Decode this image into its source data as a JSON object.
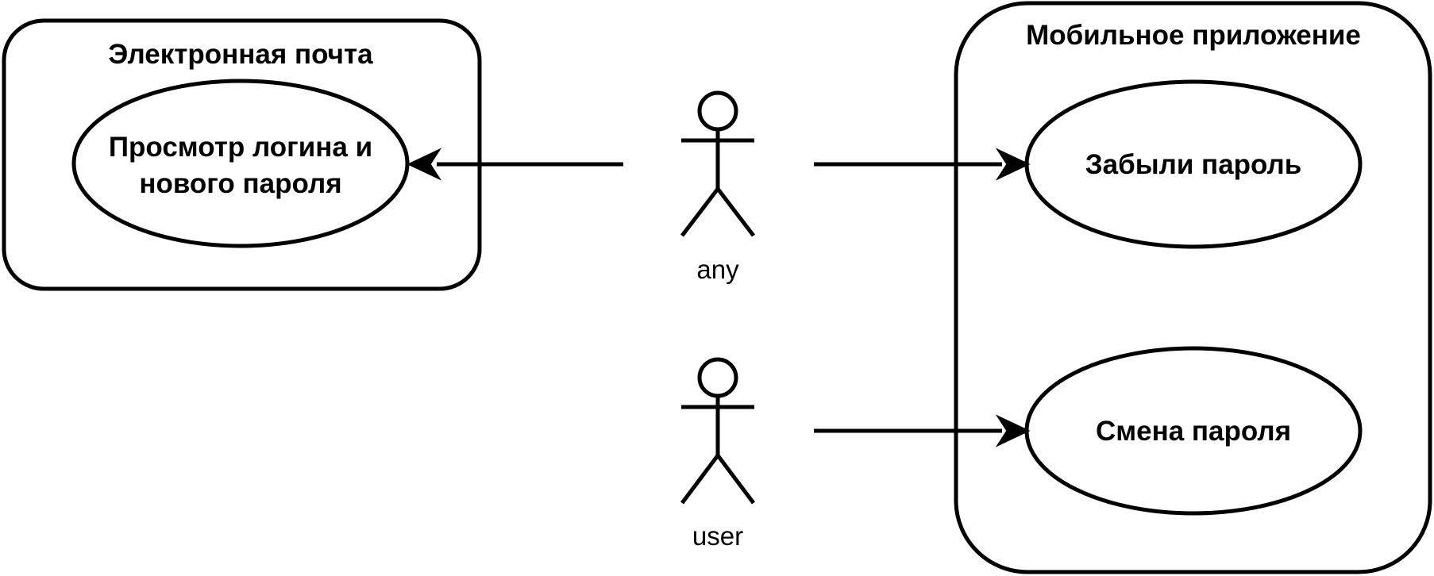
{
  "colors": {
    "stroke": "#000000",
    "fill": "#ffffff",
    "text": "#000000"
  },
  "boundaries": {
    "email": {
      "title": "Электронная почта"
    },
    "mobile": {
      "title": "Мобильное приложение"
    }
  },
  "use_cases": {
    "view_login": {
      "lines": [
        "Просмотр логина и",
        "нового пароля"
      ]
    },
    "forgot_password": {
      "label": "Забыли пароль"
    },
    "change_password": {
      "label": "Смена пароля"
    }
  },
  "actors": {
    "any": {
      "label": "any"
    },
    "user": {
      "label": "user"
    }
  }
}
